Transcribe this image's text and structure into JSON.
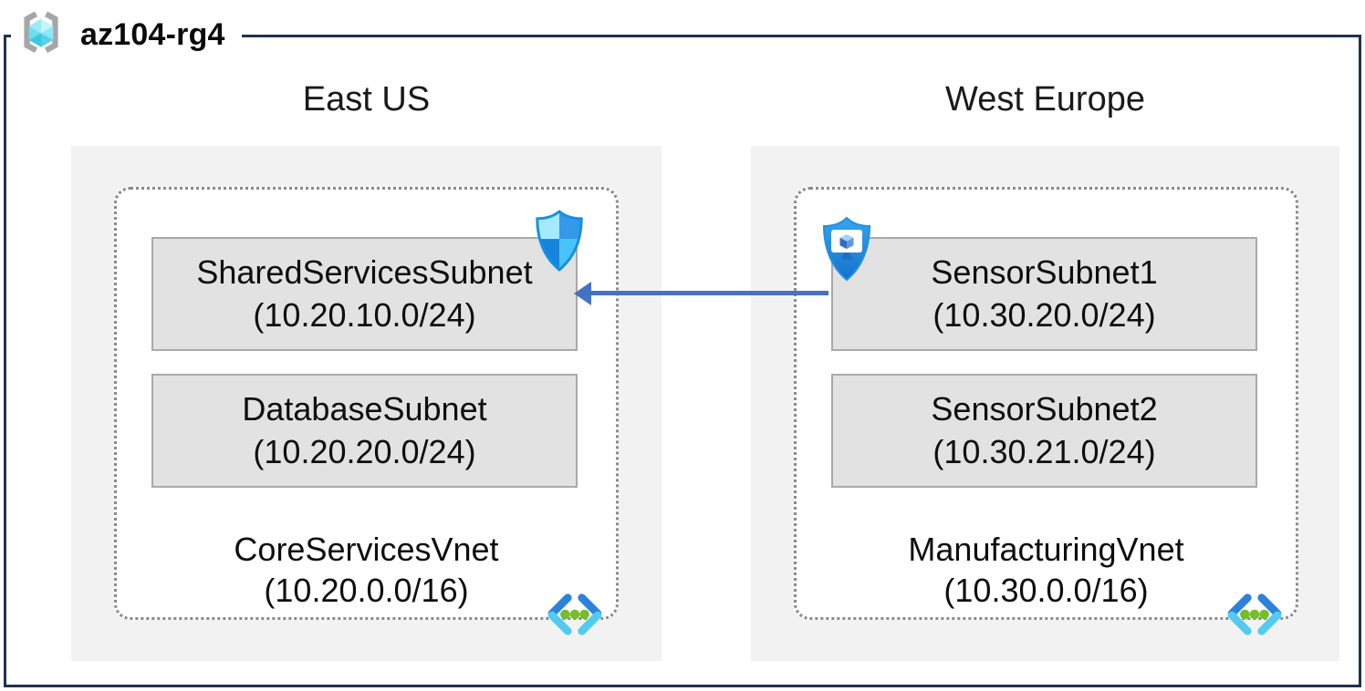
{
  "resource_group": {
    "name": "az104-rg4"
  },
  "regions": [
    {
      "name": "East US",
      "vnet": {
        "name": "CoreServicesVnet",
        "cidr": "(10.20.0.0/16)",
        "subnets": [
          {
            "name": "SharedServicesSubnet",
            "cidr": "(10.20.10.0/24)"
          },
          {
            "name": "DatabaseSubnet",
            "cidr": "(10.20.20.0/24)"
          }
        ]
      }
    },
    {
      "name": "West Europe",
      "vnet": {
        "name": "ManufacturingVnet",
        "cidr": "(10.30.0.0/16)",
        "subnets": [
          {
            "name": "SensorSubnet1",
            "cidr": "(10.30.20.0/24)"
          },
          {
            "name": "SensorSubnet2",
            "cidr": "(10.30.21.0/24)"
          }
        ]
      }
    }
  ],
  "connection": {
    "from_subnet": "SensorSubnet1",
    "to_subnet": "SharedServicesSubnet",
    "arrow_direction": "left",
    "arrow_color": "#4472C4"
  },
  "icons": {
    "resource_group": "brackets-cube-icon",
    "network_security": "shield-quadrants-icon",
    "device_security": "shield-monitor-icon",
    "virtual_network": "chevrons-dots-icon"
  },
  "colors": {
    "frame_border": "#1F3250",
    "region_fill": "#F2F2F2",
    "subnet_fill": "#E2E2E2",
    "subnet_border": "#A9A9A9",
    "vnet_dotted_border": "#8A8A8A",
    "arrow": "#4472C4",
    "vnet_icon_green": "#76BC2D"
  }
}
